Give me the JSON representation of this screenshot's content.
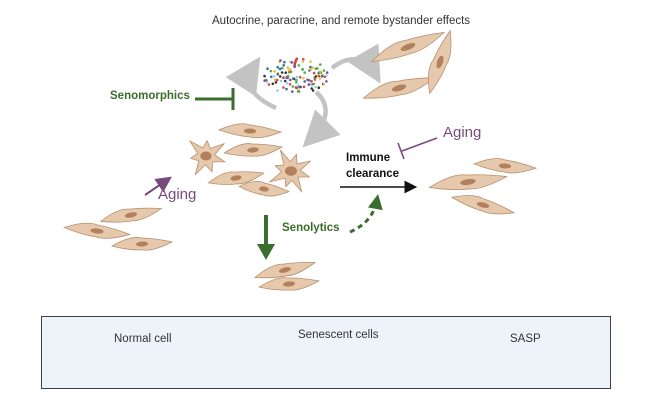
{
  "diagram": {
    "top_label": "Autocrine, paracrine, and remote bystander effects",
    "senomorphics_label": "Senomorphics",
    "senolytics_label": "Senolytics",
    "immune_clearance_label": "Immune clearance",
    "aging_left_label": "Aging",
    "aging_right_label": "Aging"
  },
  "legend": {
    "normal_cell": "Normal cell",
    "senescent_cells": "Senescent cells",
    "sasp": "SASP"
  },
  "colors": {
    "cell_fill": "#e6c9ac",
    "cell_stroke": "#b88f6e",
    "nucleus": "#b2805c",
    "green": "#3a6e2c",
    "purple": "#7a4a7e",
    "grey_arrow": "#c3c3c3",
    "legend_bg": "#eef3f9",
    "sasp_dots": [
      "#2a6fb0",
      "#e0c23a",
      "#5aaa4a",
      "#d24545",
      "#333333",
      "#9ec8e8",
      "#7d4ea3"
    ]
  }
}
